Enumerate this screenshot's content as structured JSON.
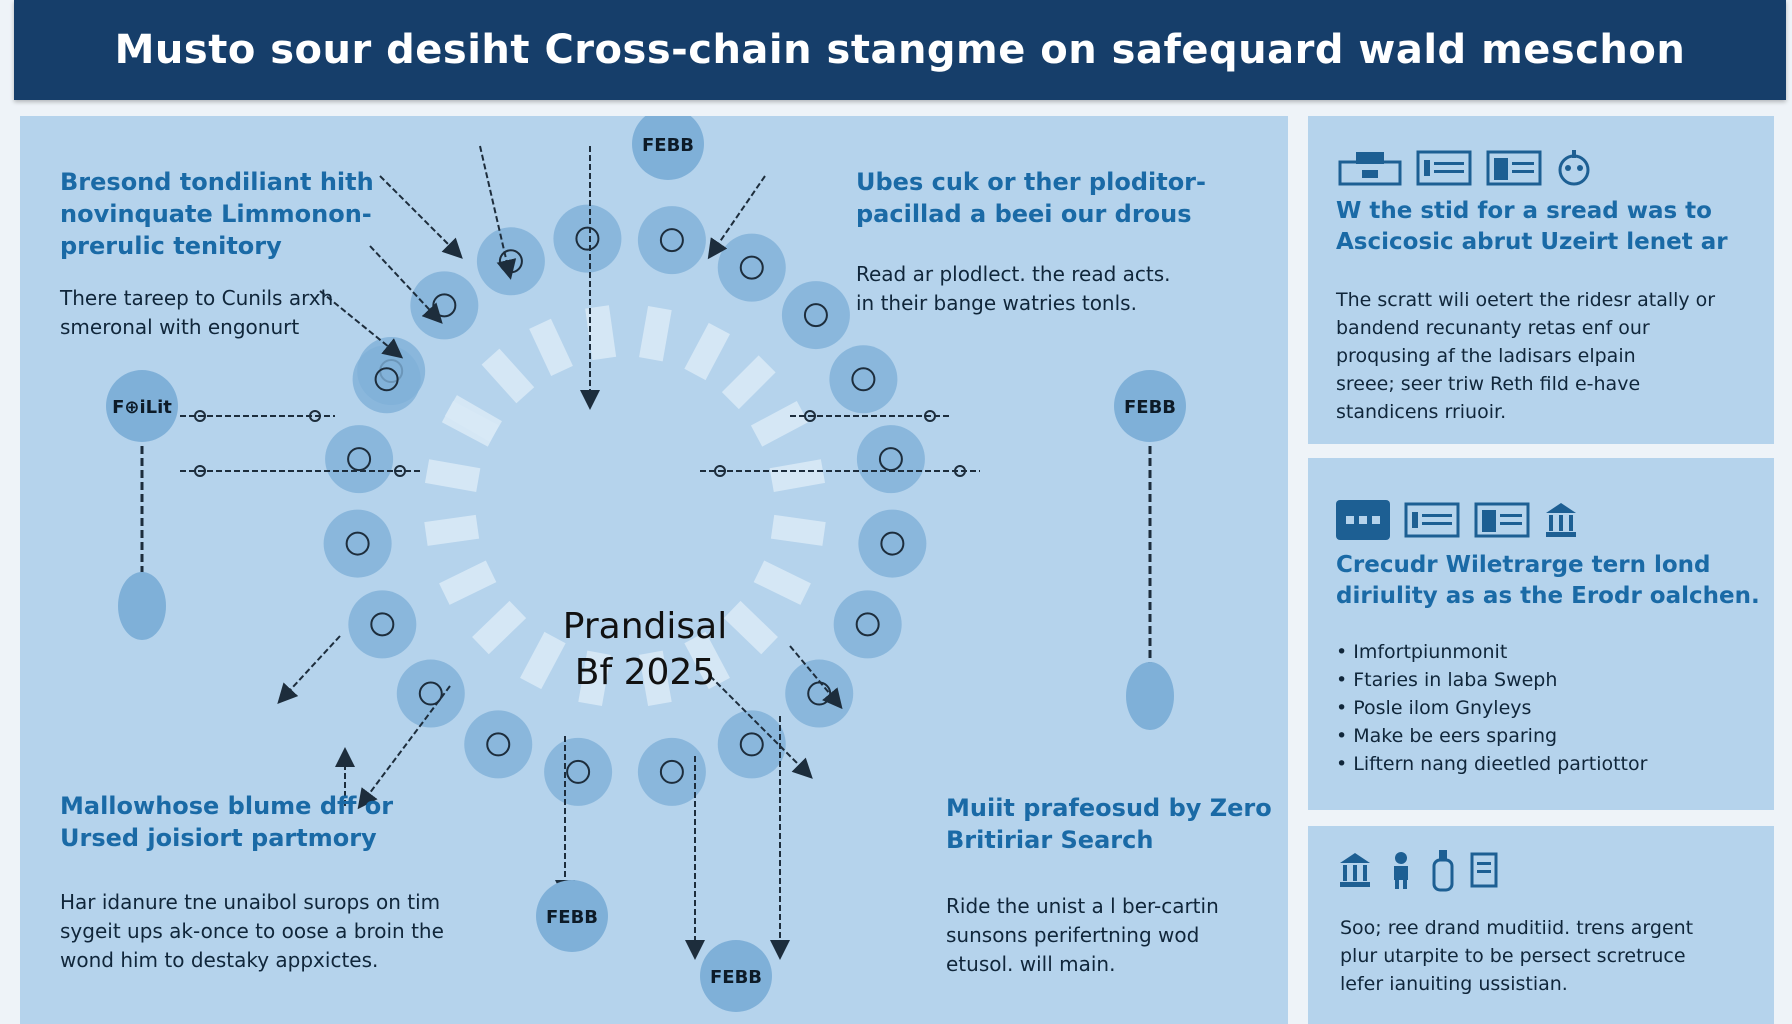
{
  "title": "Musto sour desiht Cross-chain stangme on safequard wald meschon",
  "diagram": {
    "center_label": [
      "Prandisal",
      "Bf 2025"
    ],
    "node_labels": {
      "top": "FEBB",
      "left": "F⊕iLit",
      "right": "FEBB",
      "bottom_left": "FEBB",
      "bottom_right": "FEBB"
    },
    "blocks": {
      "top_left": {
        "heading": [
          "Bresond tondiliant hith",
          "novinquate Limmonon-",
          "prerulic tenitory"
        ],
        "body": [
          "There tareep to Cunils arxh",
          "smeronal with engonurt"
        ]
      },
      "top_right": {
        "heading": [
          "Ubes cuk or ther ploditor-",
          "pacillad a beei our drous"
        ],
        "body": [
          "Read ar plodlect. the read acts.",
          "in their bange watries tonls."
        ]
      },
      "bottom_left": {
        "heading": [
          "Mallowhose blume dff or",
          "Ursed joisiort partmory"
        ],
        "body": [
          "Har idanure tne unaibol surops on tim",
          "sygeit ups ak-once to oose a broin the",
          "wond him to destaky appxictes."
        ]
      },
      "bottom_right": {
        "heading": [
          "Muiit prafeosud by Zero",
          "Britiriar Search"
        ],
        "body": [
          "Ride the unist a l ber-cartin",
          "sunsons perifertning wod",
          "etusol. will main."
        ]
      }
    }
  },
  "side_panels": [
    {
      "icons": [
        "printer-icon",
        "id-card-icon",
        "badge-icon",
        "robot-icon"
      ],
      "heading": [
        "W the stid for a sread was to",
        "Ascicosic abrut Uzeirt lenet ar"
      ],
      "body": [
        "The scratt wili oetert the ridesr atally or",
        "bandend recunanty retas enf our",
        "proqusing af the ladisars elpain",
        "sreee; seer triw Reth fild e-have",
        "standicens rriuoir."
      ]
    },
    {
      "icons": [
        "server-icon",
        "id-card-icon",
        "badge-icon",
        "bank-icon"
      ],
      "heading": [
        "Crecudr Wiletrarge tern lond",
        "diriulity as as the Erodr oalchen."
      ],
      "list": [
        "Imfortpiunmonit",
        "Ftaries in laba Sweph",
        "Posle ilom Gnyleys",
        "Make be eers sparing",
        "Liftern nang dieetled partiottor"
      ]
    },
    {
      "icons": [
        "bank-icon",
        "person-icon",
        "bottle-icon",
        "document-icon"
      ],
      "body": [
        "Soo; ree drand muditiid. trens argent",
        "plur utarpite to be persect scretruce",
        "lefer ianuiting ussistian."
      ]
    }
  ],
  "colors": {
    "title_bar": "#163e6a",
    "panel": "#b5d3ec",
    "node": "#7fb0d8",
    "heading": "#1a6aa6"
  }
}
